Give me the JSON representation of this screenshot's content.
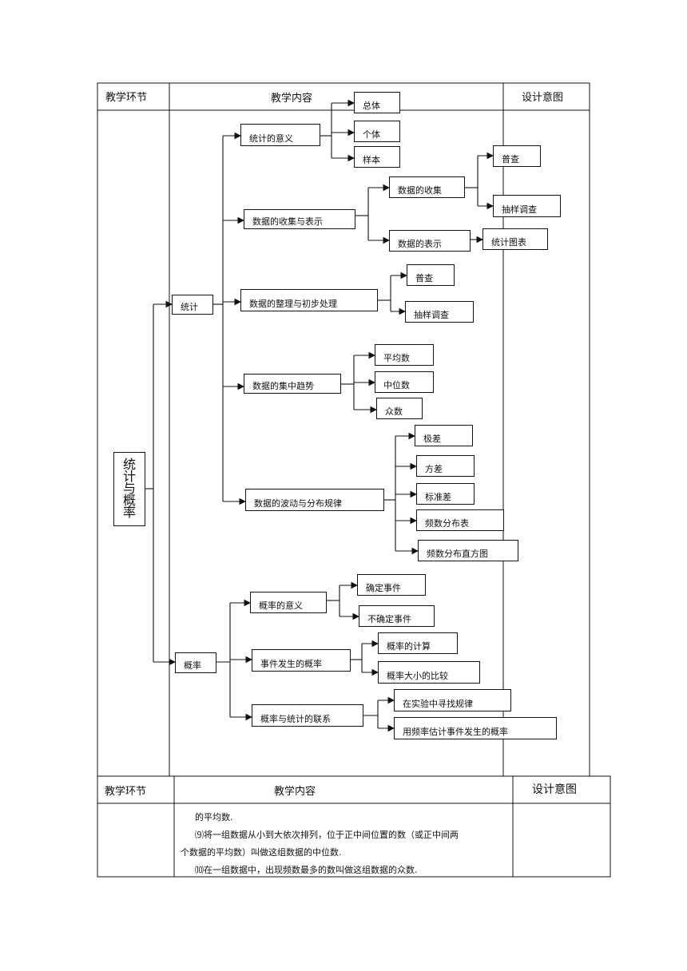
{
  "table1": {
    "col_stage": "教学环节",
    "col_content": "教学内容",
    "col_intent": "设计意图"
  },
  "root": {
    "chars": [
      "统",
      "计",
      "与",
      "概",
      "率"
    ]
  },
  "branches": {
    "stats": "统计",
    "prob": "概率"
  },
  "stats_nodes": {
    "meaning": "统计的意义",
    "collect_present": "数据的收集与表示",
    "organize": "数据的整理与初步处理",
    "central": "数据的集中趋势",
    "dispersion": "数据的波动与分布规律"
  },
  "stats_leaves": {
    "population": "总体",
    "individual": "个体",
    "sample": "样本",
    "collect": "数据的收集",
    "present": "数据的表示",
    "census1": "普查",
    "sampling1": "抽样调查",
    "stat_chart": "统计图表",
    "census2": "普查",
    "sampling2": "抽样调查",
    "mean": "平均数",
    "median": "中位数",
    "mode": "众数",
    "range": "极差",
    "variance": "方差",
    "stddev": "标准差",
    "freq_table": "频数分布表",
    "histogram": "频数分布直方图"
  },
  "prob_nodes": {
    "meaning": "概率的意义",
    "event_prob": "事件发生的概率",
    "relation": "概率与统计的联系"
  },
  "prob_leaves": {
    "certain": "确定事件",
    "uncertain": "不确定事件",
    "calc": "概率的计算",
    "compare": "概率大小的比较",
    "experiment": "在实验中寻找规律",
    "estimate": "用频率估计事件发生的概率"
  },
  "table2": {
    "col_stage": "教学环节",
    "col_content": "教学内容",
    "col_intent": "设计意图",
    "line1": "的平均数.",
    "line2": "⑼将一组数据从小到大依次排列，位于正中间位置的数（或正中间两",
    "line3": "个数据的平均数）叫做这组数据的中位数.",
    "line4": "⑽在一组数据中，出现频数最多的数叫做这组数据的众数."
  }
}
